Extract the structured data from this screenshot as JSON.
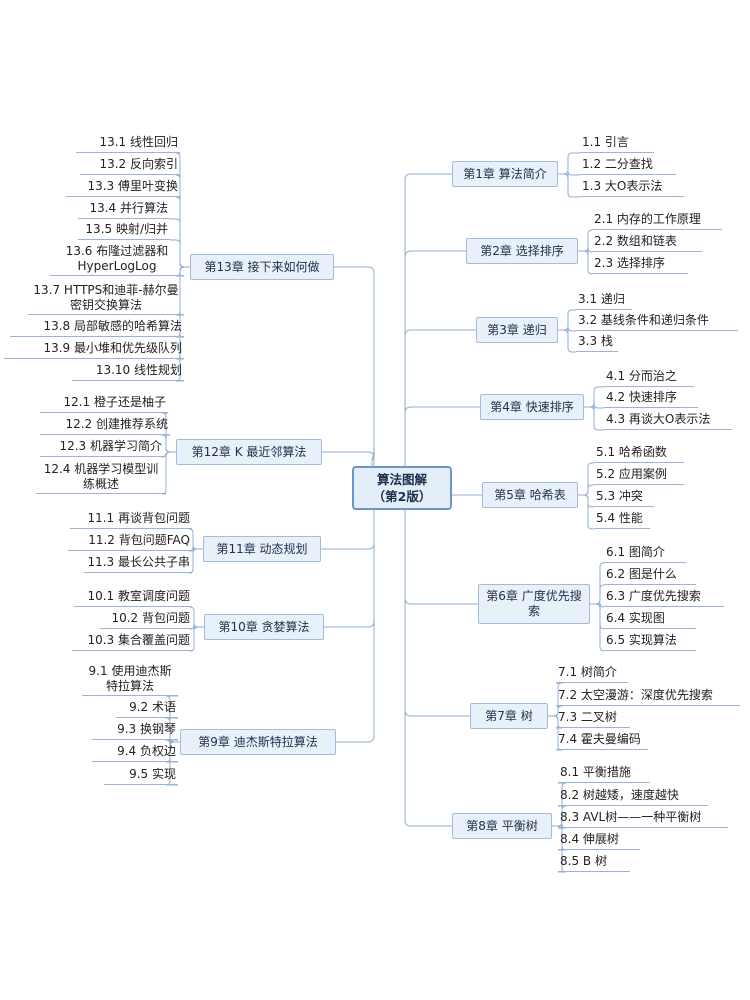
{
  "colors": {
    "line": "#8faed4",
    "root_border": "#6d95c8",
    "chapter_fill": "#e8f0fa",
    "root_fill": "#e4eef9"
  },
  "root": {
    "label": "算法图解\n（第2版）"
  },
  "chapters": [
    {
      "id": "ch1",
      "label": "第1章 算法简介",
      "items": [
        "1.1 引言",
        "1.2 二分查找",
        "1.3 大O表示法"
      ]
    },
    {
      "id": "ch2",
      "label": "第2章 选择排序",
      "items": [
        "2.1 内存的工作原理",
        "2.2 数组和链表",
        "2.3 选择排序"
      ]
    },
    {
      "id": "ch3",
      "label": "第3章 递归",
      "items": [
        "3.1 递归",
        "3.2 基线条件和递归条件",
        "3.3 栈"
      ]
    },
    {
      "id": "ch4",
      "label": "第4章 快速排序",
      "items": [
        "4.1 分而治之",
        "4.2 快速排序",
        "4.3 再谈大O表示法"
      ]
    },
    {
      "id": "ch5",
      "label": "第5章 哈希表",
      "items": [
        "5.1 哈希函数",
        "5.2 应用案例",
        "5.3 冲突",
        "5.4 性能"
      ]
    },
    {
      "id": "ch6",
      "label": "第6章 广度优先搜索",
      "items": [
        "6.1 图简介",
        "6.2 图是什么",
        "6.3 广度优先搜索",
        "6.4 实现图",
        "6.5 实现算法"
      ]
    },
    {
      "id": "ch7",
      "label": "第7章 树",
      "items": [
        "7.1 树简介",
        "7.2 太空漫游：深度优先搜索",
        "7.3 二叉树",
        "7.4 霍夫曼编码"
      ]
    },
    {
      "id": "ch8",
      "label": "第8章 平衡树",
      "items": [
        "8.1 平衡措施",
        "8.2 树越矮，速度越快",
        "8.3 AVL树——一种平衡树",
        "8.4 伸展树",
        "8.5 B 树"
      ]
    },
    {
      "id": "ch9",
      "label": "第9章 迪杰斯特拉算法",
      "items": [
        "9.1 使用迪杰斯特拉算法",
        "9.2 术语",
        "9.3 换钢琴",
        "9.4 负权边",
        "9.5 实现"
      ]
    },
    {
      "id": "ch10",
      "label": "第10章 贪婪算法",
      "items": [
        "10.1 教室调度问题",
        "10.2 背包问题",
        "10.3 集合覆盖问题"
      ]
    },
    {
      "id": "ch11",
      "label": "第11章 动态规划",
      "items": [
        "11.1 再谈背包问题",
        "11.2 背包问题FAQ",
        "11.3 最长公共子串"
      ]
    },
    {
      "id": "ch12",
      "label": "第12章 K 最近邻算法",
      "items": [
        "12.1 橙子还是柚子",
        "12.2 创建推荐系统",
        "12.3 机器学习简介",
        "12.4 机器学习模型训练概述"
      ]
    },
    {
      "id": "ch13",
      "label": "第13章 接下来如何做",
      "items": [
        "13.1 线性回归",
        "13.2 反向索引",
        "13.3 傅里叶变换",
        "13.4 并行算法",
        "13.5 映射/归并",
        "13.6 布隆过滤器和HyperLogLog",
        "13.7 HTTPS和迪菲-赫尔曼密钥交换算法",
        "13.8 局部敏感的哈希算法",
        "13.9 最小堆和优先级队列",
        "13.10 线性规划"
      ]
    }
  ]
}
